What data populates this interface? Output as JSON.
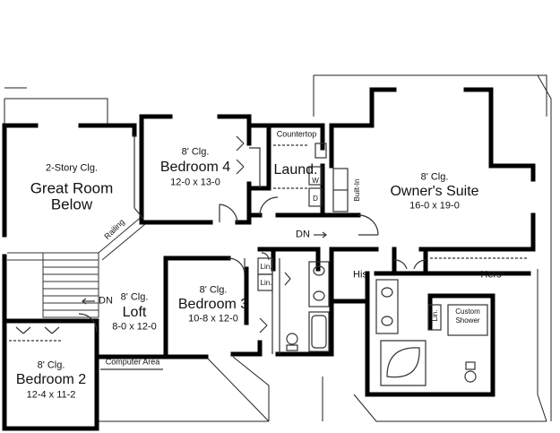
{
  "rooms": {
    "great_room": {
      "clg": "2-Story Clg.",
      "name_line1": "Great Room",
      "name_line2": "Below"
    },
    "bedroom4": {
      "clg": "8' Clg.",
      "name": "Bedroom 4",
      "dims": "12-0 x 13-0"
    },
    "laundry": {
      "name": "Laund.",
      "countertop": "Countertop",
      "washer": "W",
      "dryer": "D"
    },
    "owners_suite": {
      "clg": "8' Clg.",
      "name": "Owner's Suite",
      "dims": "16-0 x 19-0",
      "built_in": "Built-In"
    },
    "bedroom3": {
      "clg": "8' Clg.",
      "name": "Bedroom 3",
      "dims": "10-8 x 12-0"
    },
    "loft": {
      "clg": "8' Clg.",
      "name": "Loft",
      "dims": "8-0 x 12-0"
    },
    "bedroom2": {
      "clg": "8' Clg.",
      "name": "Bedroom 2",
      "dims": "12-4 x 11-2"
    },
    "his": "His",
    "hers": "Hers",
    "custom_shower_1": "Custom",
    "custom_shower_2": "Shower",
    "linen_a": "Lin.",
    "linen_b": "Lin.",
    "linen_c": "Lin.",
    "computer_area": "Computer Area"
  },
  "annotations": {
    "railing": "Railing",
    "down_stairs": "DN",
    "down_hall": "DN"
  }
}
